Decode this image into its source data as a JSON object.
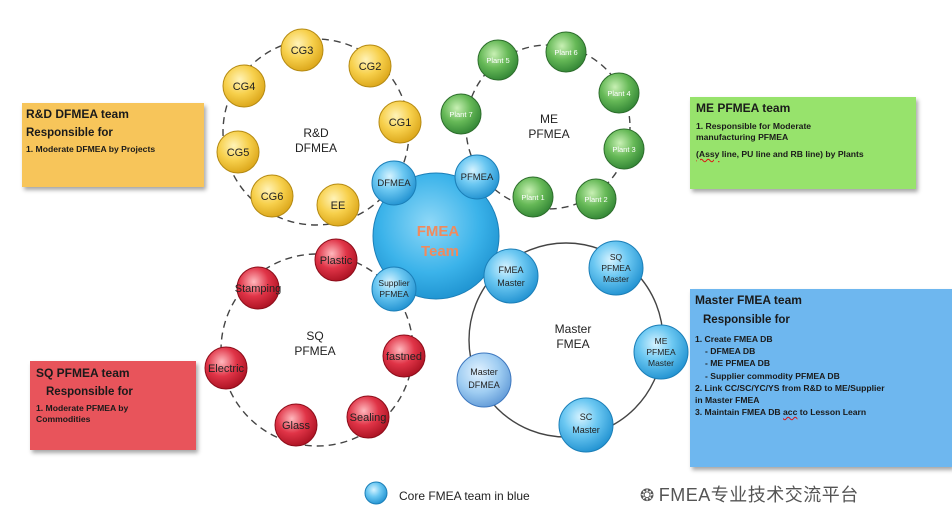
{
  "central": {
    "label_line1": "FMEA",
    "label_line2": "Team",
    "fill": "#3fb3ea",
    "text_color": "#f08a5d"
  },
  "rings": {
    "rd": {
      "title_line1": "R&D",
      "title_line2": "DFMEA",
      "color": "#f5c53a",
      "nodes": [
        "CG3",
        "CG2",
        "CG1",
        "CG4",
        "CG5",
        "CG6",
        "EE"
      ]
    },
    "me": {
      "title_line1": "ME",
      "title_line2": "PFMEA",
      "color": "#5cae4c",
      "nodes": [
        "Plant 5",
        "Plant 6",
        "Plant 4",
        "Plant 3",
        "Plant 2",
        "Plant 1",
        "Plant 7"
      ]
    },
    "sq": {
      "title_line1": "SQ",
      "title_line2": "PFMEA",
      "color": "#d92a3e",
      "nodes": [
        "Plastic",
        "Stamping",
        "Electric",
        "Glass",
        "Sealing",
        "fastned"
      ]
    },
    "master": {
      "title_line1": "Master",
      "title_line2": "FMEA",
      "color": "#3fb3ea",
      "nodes": {
        "sq_master": [
          "SQ",
          "PFMEA",
          "Master"
        ],
        "me_master": [
          "ME",
          "PFMEA",
          "Master"
        ],
        "sc_master": [
          "SC",
          "Master"
        ],
        "master_dfmea": [
          "Master",
          "DFMEA"
        ]
      }
    }
  },
  "core_nodes": {
    "dfmea": "DFMEA",
    "pfmea": "PFMEA",
    "supplier": [
      "Supplier",
      "PFMEA"
    ],
    "fmea_master": [
      "FMEA",
      "Master"
    ]
  },
  "boxes": {
    "rd": {
      "title": "R&D  DFMEA team",
      "resp": "Responsible for",
      "line1": "1. Moderate  DFMEA by Projects",
      "color": "#f7c55a"
    },
    "me": {
      "title": "ME PFMEA team",
      "line1a": "1. Responsible  for Moderate",
      "line1b": "manufacturing PFMEA",
      "line2a": "(Assy",
      "line2b": " line, PU line and RB line) by Plants",
      "color": "#97e36c"
    },
    "sq": {
      "title": "SQ PFMEA team",
      "resp": "Responsible for",
      "line1a": "1. Moderate  PFMEA by",
      "line1b": "Commodities",
      "color": "#e8545b"
    },
    "master": {
      "title": "Master FMEA team",
      "resp": "Responsible for",
      "l1": "1. Create  FMEA  DB",
      "l1a": "- DFMEA DB",
      "l1b": "- ME PFMEA  DB",
      "l1c": "- Supplier commodity  PFMEA DB",
      "l2a": "2.  Link CC/SC/YC/YS  from R&D to  ME/Supplier",
      "l2b": "in Master  FMEA",
      "l3a": "3.  Maintain  FMEA  DB ",
      "l3b": "acc",
      "l3c": " to Lesson Learn",
      "color": "#6eb7ef"
    }
  },
  "legend": {
    "label": "Core FMEA team in blue"
  },
  "watermark": {
    "text": "FMEA专业技术交流平台",
    "icon": "wechat-icon"
  }
}
